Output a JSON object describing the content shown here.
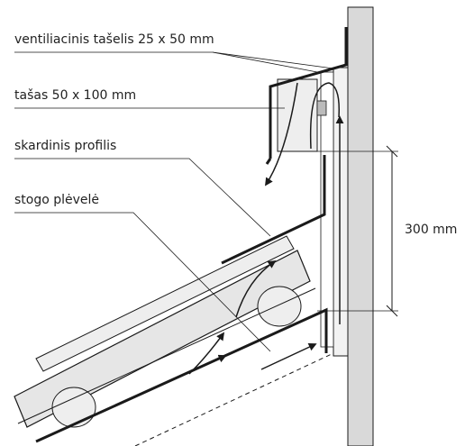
{
  "labels": {
    "ventilation_batten": "ventiliacinis tašelis 25 x 50 mm",
    "beam": "tašas 50 x 100 mm",
    "metal_profile": "skardinis profilis",
    "roof_membrane": "stogo plėvelė",
    "height_dimension": "300 mm"
  },
  "colors": {
    "wall": "#d9d9d9",
    "member": "#e6e6e6",
    "line": "#1a1a1a"
  }
}
